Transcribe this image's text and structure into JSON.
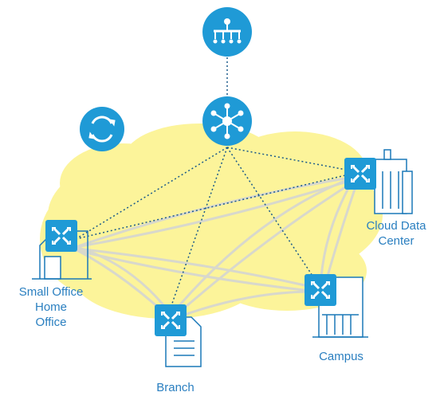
{
  "nodes": {
    "orchestrator": {
      "icon": "network-hierarchy-icon"
    },
    "controller": {
      "icon": "hub-spoke-icon"
    },
    "sync": {
      "icon": "sync-arrows-icon"
    },
    "soho": {
      "label": "Small Office\nHome\nOffice",
      "icon": "router-icon",
      "building": "house-icon"
    },
    "branch": {
      "label": "Branch",
      "icon": "router-icon",
      "building": "document-building-icon"
    },
    "campus": {
      "label": "Campus",
      "icon": "router-icon",
      "building": "office-building-icon"
    },
    "cloud": {
      "label": "Cloud Data\nCenter",
      "icon": "router-icon",
      "building": "datacenter-building-icon"
    }
  },
  "colors": {
    "node_blue": "#1f9ad6",
    "cloud_fill": "#fcf49a",
    "label_blue": "#2a7fc0",
    "link_gray": "#d8d8cc",
    "dotted_link": "#1a5a8a",
    "building_outline": "#1a78b8"
  }
}
